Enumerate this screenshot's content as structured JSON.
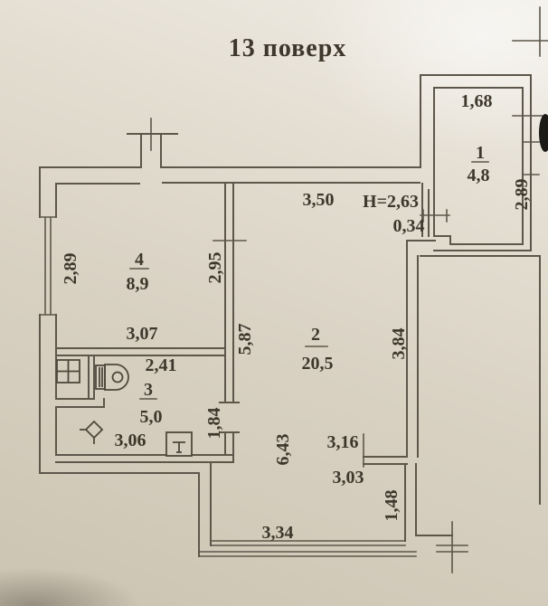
{
  "title": "13 поверх",
  "rooms": [
    {
      "number": "1",
      "area": "4,8"
    },
    {
      "number": "2",
      "area": "20,5"
    },
    {
      "number": "3",
      "area": "5,0"
    },
    {
      "number": "4",
      "area": "8,9"
    }
  ],
  "dims": {
    "balcony_top": "1,68",
    "balcony_right": "2,89",
    "living_top": "3,50",
    "ceiling_height": "H=2,63",
    "step": "0,34",
    "living_left": "5,87",
    "living_right": "3,84",
    "kitchen_left": "2,89",
    "kitchen_right": "2,95",
    "kitchen_bottom": "3,07",
    "bath_top": "2,41",
    "bath_bottom": "3,06",
    "bath_right": "1,84",
    "hall_length": "6,43",
    "hall_width_upper": "3,16",
    "hall_width_lower": "3,03",
    "hall_right": "1,48",
    "window_bottom": "3,34"
  },
  "colors": {
    "paper": "#d9d2c4",
    "line": "#5d564a",
    "text": "#3d372c"
  }
}
